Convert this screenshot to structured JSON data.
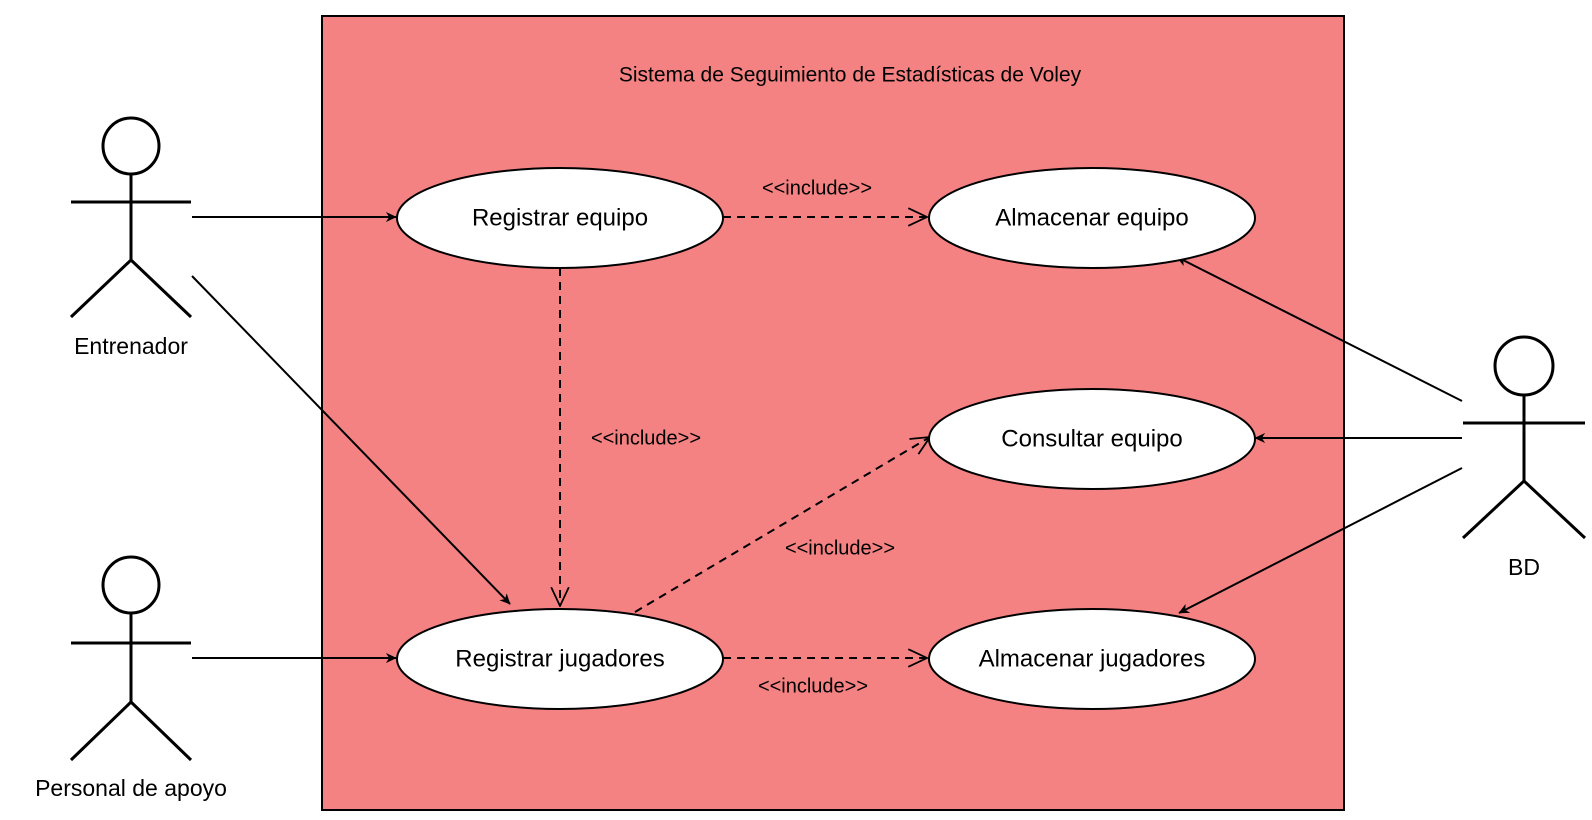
{
  "system": {
    "title": "Sistema de Seguimiento de Estadísticas de Voley",
    "fill_color": "#f48282"
  },
  "actors": {
    "entrenador": "Entrenador",
    "personal": "Personal de apoyo",
    "bd": "BD"
  },
  "use_cases": {
    "registrar_equipo": "Registrar equipo",
    "almacenar_equipo": "Almacenar equipo",
    "consultar_equipo": "Consultar equipo",
    "registrar_jugadores": "Registrar jugadores",
    "almacenar_jugadores": "Almacenar jugadores"
  },
  "relations": {
    "include_label": "<<include>>"
  }
}
